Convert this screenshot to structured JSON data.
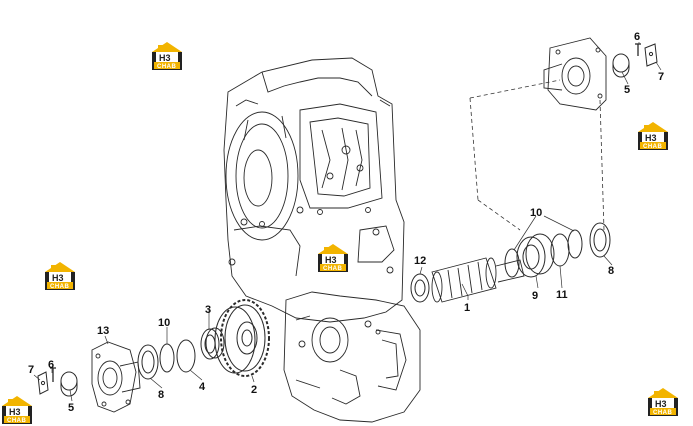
{
  "diagram": {
    "callouts": [
      "1",
      "2",
      "3",
      "4",
      "5",
      "6",
      "7",
      "8",
      "9",
      "10",
      "11",
      "12",
      "13"
    ]
  },
  "watermark": {
    "letters": "H3",
    "caption": "CHAB",
    "color": "#f2b400"
  },
  "colors": {
    "line": "#2a2a2a",
    "leader": "#333333"
  }
}
